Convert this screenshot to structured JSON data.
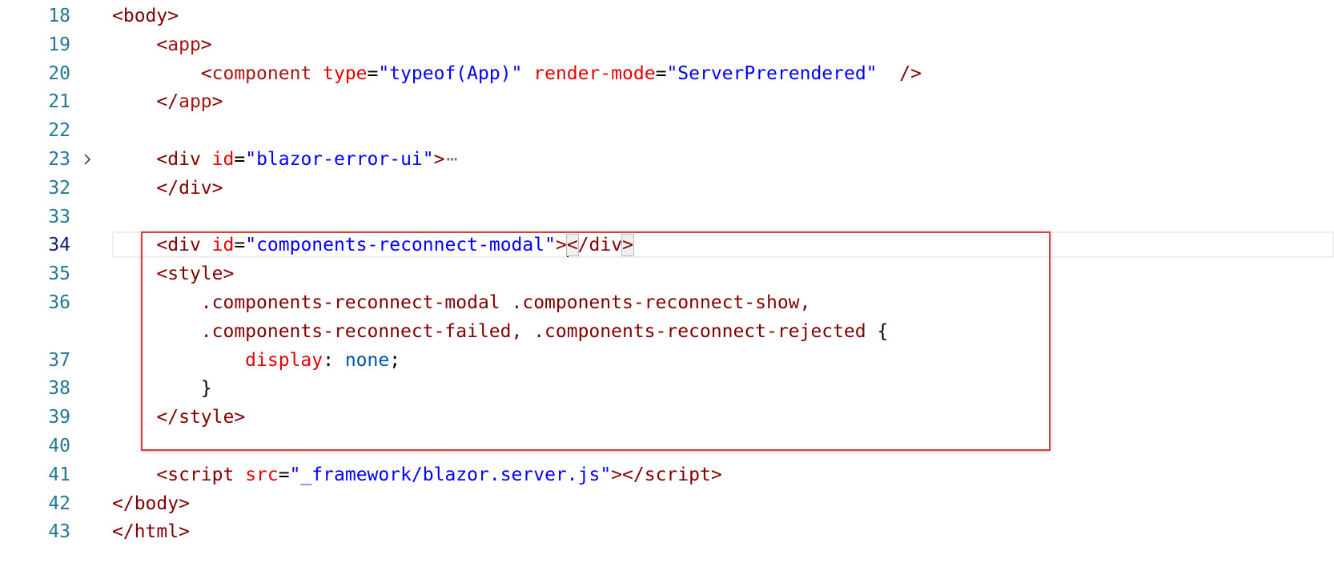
{
  "editor": {
    "lines": [
      {
        "num": "18",
        "indent": "",
        "parts": [
          {
            "c": "t-tag",
            "t": "<"
          },
          {
            "c": "t-tag",
            "t": "body"
          },
          {
            "c": "t-tag",
            "t": ">"
          }
        ]
      },
      {
        "num": "19",
        "indent": "    ",
        "parts": [
          {
            "c": "t-tag",
            "t": "<"
          },
          {
            "c": "t-el",
            "t": "app"
          },
          {
            "c": "t-tag",
            "t": ">"
          }
        ]
      },
      {
        "num": "20",
        "indent": "        ",
        "parts": [
          {
            "c": "t-tag",
            "t": "<"
          },
          {
            "c": "t-el",
            "t": "component"
          },
          {
            "c": "t-plain",
            "t": " "
          },
          {
            "c": "t-attr",
            "t": "type"
          },
          {
            "c": "t-plain",
            "t": "="
          },
          {
            "c": "t-str",
            "t": "\"typeof(App)\""
          },
          {
            "c": "t-plain",
            "t": " "
          },
          {
            "c": "t-attr",
            "t": "render-mode"
          },
          {
            "c": "t-plain",
            "t": "="
          },
          {
            "c": "t-str",
            "t": "\"ServerPrerendered\""
          },
          {
            "c": "t-plain",
            "t": "  "
          },
          {
            "c": "t-tag",
            "t": "/>"
          }
        ]
      },
      {
        "num": "21",
        "indent": "    ",
        "parts": [
          {
            "c": "t-tag",
            "t": "</"
          },
          {
            "c": "t-el",
            "t": "app"
          },
          {
            "c": "t-tag",
            "t": ">"
          }
        ]
      },
      {
        "num": "22",
        "indent": "",
        "parts": []
      },
      {
        "num": "23",
        "indent": "    ",
        "fold": true,
        "parts": [
          {
            "c": "t-tag",
            "t": "<"
          },
          {
            "c": "t-tag",
            "t": "div"
          },
          {
            "c": "t-plain",
            "t": " "
          },
          {
            "c": "t-attr",
            "t": "id"
          },
          {
            "c": "t-plain",
            "t": "="
          },
          {
            "c": "t-str",
            "t": "\"blazor-error-ui\""
          },
          {
            "c": "t-tag",
            "t": ">"
          },
          {
            "c": "ellipsis",
            "t": "⋯"
          }
        ]
      },
      {
        "num": "32",
        "indent": "    ",
        "parts": [
          {
            "c": "t-tag",
            "t": "</"
          },
          {
            "c": "t-tag",
            "t": "div"
          },
          {
            "c": "t-tag",
            "t": ">"
          }
        ]
      },
      {
        "num": "33",
        "indent": "",
        "parts": []
      },
      {
        "num": "34",
        "indent": "    ",
        "active": true,
        "parts": [
          {
            "c": "t-tag",
            "t": "<"
          },
          {
            "c": "t-tag",
            "t": "div"
          },
          {
            "c": "t-plain",
            "t": " "
          },
          {
            "c": "t-attr",
            "t": "id"
          },
          {
            "c": "t-plain",
            "t": "="
          },
          {
            "c": "t-str",
            "t": "\"components-reconnect-modal\""
          },
          {
            "c": "t-tag",
            "t": ">"
          },
          {
            "c": "caret",
            "t": ""
          },
          {
            "c": "t-tag bracket-match",
            "t": "<"
          },
          {
            "c": "t-tag",
            "t": "/"
          },
          {
            "c": "t-tag",
            "t": "div"
          },
          {
            "c": "t-tag bracket-match",
            "t": ">"
          }
        ]
      },
      {
        "num": "35",
        "indent": "    ",
        "parts": [
          {
            "c": "t-tag",
            "t": "<"
          },
          {
            "c": "t-tag",
            "t": "style"
          },
          {
            "c": "t-tag",
            "t": ">"
          }
        ]
      },
      {
        "num": "36",
        "indent": "        ",
        "parts": [
          {
            "c": "t-sel",
            "t": ".components-reconnect-modal .components-reconnect-show,"
          }
        ]
      },
      {
        "num": "",
        "indent": "        ",
        "parts": [
          {
            "c": "t-sel",
            "t": ".components-reconnect-failed, .components-reconnect-rejected "
          },
          {
            "c": "t-plain",
            "t": "{"
          }
        ]
      },
      {
        "num": "37",
        "indent": "            ",
        "parts": [
          {
            "c": "t-prop",
            "t": "display"
          },
          {
            "c": "t-plain",
            "t": ": "
          },
          {
            "c": "t-val",
            "t": "none"
          },
          {
            "c": "t-plain",
            "t": ";"
          }
        ]
      },
      {
        "num": "38",
        "indent": "        ",
        "parts": [
          {
            "c": "t-plain",
            "t": "}"
          }
        ]
      },
      {
        "num": "39",
        "indent": "    ",
        "parts": [
          {
            "c": "t-tag",
            "t": "</"
          },
          {
            "c": "t-tag",
            "t": "style"
          },
          {
            "c": "t-tag",
            "t": ">"
          }
        ]
      },
      {
        "num": "40",
        "indent": "",
        "parts": []
      },
      {
        "num": "41",
        "indent": "    ",
        "parts": [
          {
            "c": "t-tag",
            "t": "<"
          },
          {
            "c": "t-tag",
            "t": "script"
          },
          {
            "c": "t-plain",
            "t": " "
          },
          {
            "c": "t-attr",
            "t": "src"
          },
          {
            "c": "t-plain",
            "t": "="
          },
          {
            "c": "t-str",
            "t": "\"_framework/blazor.server.js\""
          },
          {
            "c": "t-tag",
            "t": "></"
          },
          {
            "c": "t-tag",
            "t": "script"
          },
          {
            "c": "t-tag",
            "t": ">"
          }
        ]
      },
      {
        "num": "42",
        "indent": "",
        "parts": [
          {
            "c": "t-tag",
            "t": "</"
          },
          {
            "c": "t-tag",
            "t": "body"
          },
          {
            "c": "t-tag",
            "t": ">"
          }
        ]
      },
      {
        "num": "43",
        "indent": "",
        "parts": [
          {
            "c": "t-tag",
            "t": "</"
          },
          {
            "c": "t-tag",
            "t": "html"
          },
          {
            "c": "t-tag",
            "t": ">"
          }
        ]
      }
    ],
    "fold_icon": "chevron-right-icon",
    "highlight_color": "#e03c3c"
  }
}
